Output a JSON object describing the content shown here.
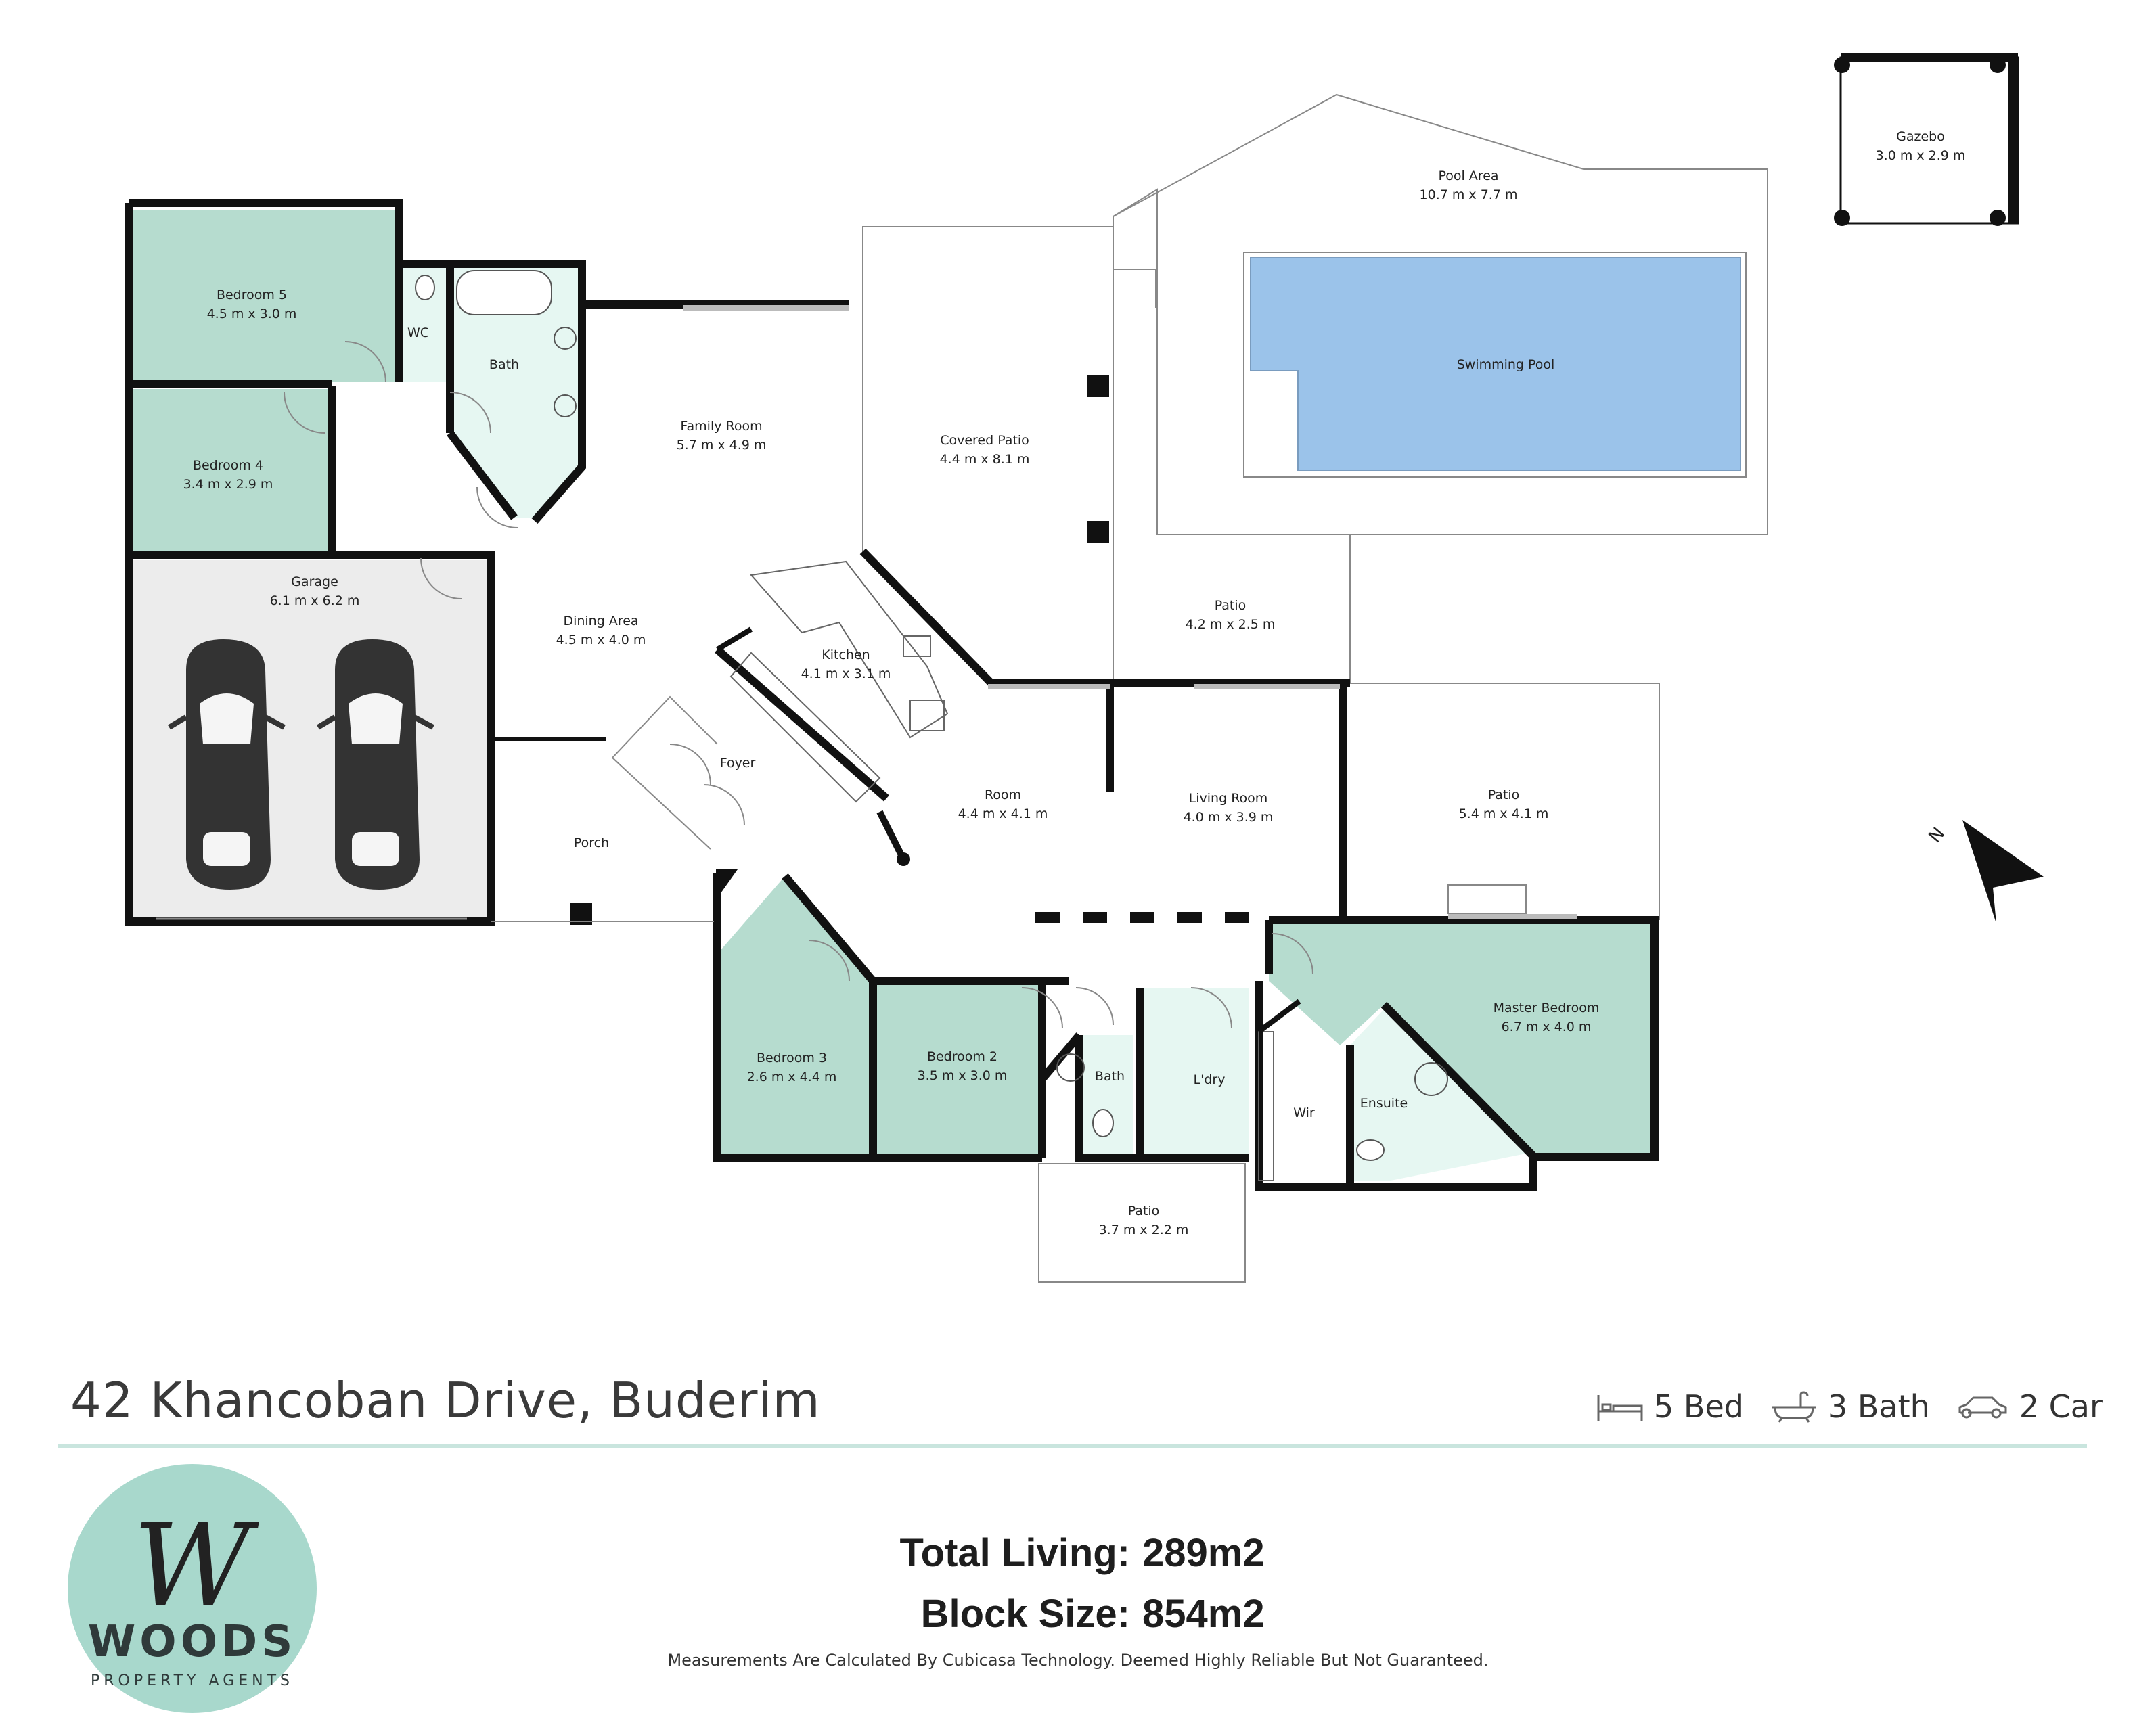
{
  "listing": {
    "address": "42 Khancoban Drive, Buderim",
    "beds": "5 Bed",
    "baths": "3 Bath",
    "cars": "2 Car"
  },
  "totals": {
    "living_label": "Total Living:",
    "living_value": "289m2",
    "block_label": "Block Size:",
    "block_value": "854m2"
  },
  "disclaimer": "Measurements Are Calculated By Cubicasa Technology. Deemed Highly Reliable But Not Guaranteed.",
  "logo": {
    "monogram": "W",
    "name": "WOODS",
    "tagline": "PROPERTY AGENTS"
  },
  "compass": {
    "label": "N"
  },
  "colors": {
    "room_green": "#b6dccf",
    "bath_mint": "#e6f7f2",
    "garage_grey": "#ececec",
    "pool_blue": "#9bc3ea",
    "wall": "#111111",
    "divider": "#c9e5de",
    "logo_bg": "#a8d8cc"
  },
  "rooms": {
    "gazebo": {
      "name": "Gazebo",
      "size": "3.0 m x 2.9 m"
    },
    "pool_area": {
      "name": "Pool Area",
      "size": "10.7 m x 7.7 m"
    },
    "swimming_pool": {
      "name": "Swimming Pool"
    },
    "bedroom5": {
      "name": "Bedroom 5",
      "size": "4.5 m x 3.0 m"
    },
    "wc": {
      "name": "WC"
    },
    "bath_main": {
      "name": "Bath"
    },
    "bedroom4": {
      "name": "Bedroom 4",
      "size": "3.4 m x 2.9 m"
    },
    "family_room": {
      "name": "Family Room",
      "size": "5.7 m x 4.9 m"
    },
    "covered_patio": {
      "name": "Covered Patio",
      "size": "4.4 m x 8.1 m"
    },
    "garage": {
      "name": "Garage",
      "size": "6.1 m x 6.2 m"
    },
    "dining_area": {
      "name": "Dining Area",
      "size": "4.5 m x 4.0 m"
    },
    "kitchen": {
      "name": "Kitchen",
      "size": "4.1 m x 3.1 m"
    },
    "patio_upper": {
      "name": "Patio",
      "size": "4.2 m x 2.5 m"
    },
    "foyer": {
      "name": "Foyer"
    },
    "room": {
      "name": "Room",
      "size": "4.4 m x 4.1 m"
    },
    "living_room": {
      "name": "Living Room",
      "size": "4.0 m x 3.9 m"
    },
    "patio_right": {
      "name": "Patio",
      "size": "5.4 m x 4.1 m"
    },
    "porch": {
      "name": "Porch"
    },
    "master_bedroom": {
      "name": "Master Bedroom",
      "size": "6.7 m x 4.0 m"
    },
    "bedroom3": {
      "name": "Bedroom 3",
      "size": "2.6 m x 4.4 m"
    },
    "bedroom2": {
      "name": "Bedroom 2",
      "size": "3.5 m x 3.0 m"
    },
    "bath_small": {
      "name": "Bath"
    },
    "laundry": {
      "name": "L'dry"
    },
    "wir": {
      "name": "Wir"
    },
    "ensuite": {
      "name": "Ensuite"
    },
    "patio_lower": {
      "name": "Patio",
      "size": "3.7 m x 2.2 m"
    }
  }
}
